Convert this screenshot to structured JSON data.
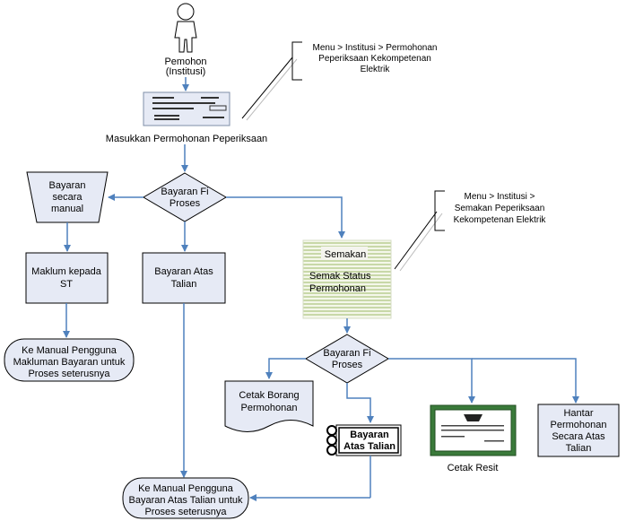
{
  "actor": {
    "label_line1": "Pemohon",
    "label_line2": "(Institusi)"
  },
  "input_form": {
    "caption": "Masukkan Permohonan Peperiksaan"
  },
  "annotation_top": {
    "line1": "Menu > Institusi > Permohonan",
    "line2": "Peperiksaan Kekompetenan",
    "line3": "Elektrik"
  },
  "decision_1": {
    "line1": "Bayaran Fi",
    "line2": "Proses"
  },
  "manual_payment": {
    "line1": "Bayaran",
    "line2": "secara",
    "line3": "manual"
  },
  "notify_st": {
    "line1": "Maklum kepada",
    "line2": "ST"
  },
  "manual_guide_1": {
    "line1": "Ke Manual Pengguna",
    "line2": "Makluman Bayaran untuk",
    "line3": "Proses seterusnya"
  },
  "online_payment": {
    "line1": "Bayaran Atas",
    "line2": "Talian"
  },
  "annotation_mid": {
    "line1": "Menu > Institusi >",
    "line2": "Semakan Peperiksaan",
    "line3": "Kekompetenan Elektrik"
  },
  "screen": {
    "title": "Semakan",
    "line1": "Semak Status",
    "line2": "Permohonan"
  },
  "decision_2": {
    "line1": "Bayaran Fi",
    "line2": "Proses"
  },
  "print_form": {
    "line1": "Cetak Borang",
    "line2": "Permohonan"
  },
  "online_payment_icon": {
    "line1": "Bayaran",
    "line2": "Atas Talian"
  },
  "receipt": {
    "caption": "Cetak Resit"
  },
  "send_online": {
    "line1": "Hantar",
    "line2": "Permohonan",
    "line3": "Secara Atas",
    "line4": "Talian"
  },
  "manual_guide_2": {
    "line1": "Ke Manual Pengguna",
    "line2": "Bayaran Atas Talian untuk",
    "line3": "Proses seterusnya"
  },
  "colors": {
    "box_fill": "#e6eaf5",
    "arrow": "#4f81bd",
    "receipt_border": "#3a7a3a",
    "screen_stripe": "#c8d8a8"
  }
}
